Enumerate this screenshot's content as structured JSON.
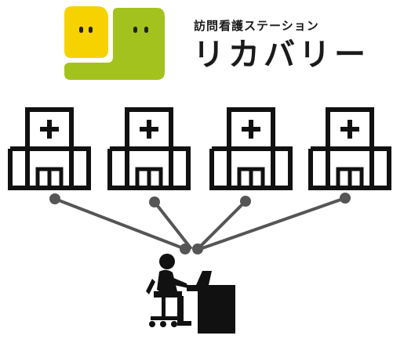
{
  "brand": {
    "subtitle": "訪問看護ステーション",
    "name": "リカバリー",
    "colors": {
      "yellow": "#f6d200",
      "green": "#a4c21d",
      "eyes": "#222222"
    }
  },
  "diagram": {
    "node_icon": "hospital-building-icon",
    "node_count": 4,
    "hub_icon": "office-worker-at-desk-icon",
    "line_color": "#555555",
    "icon_color": "#111111"
  }
}
